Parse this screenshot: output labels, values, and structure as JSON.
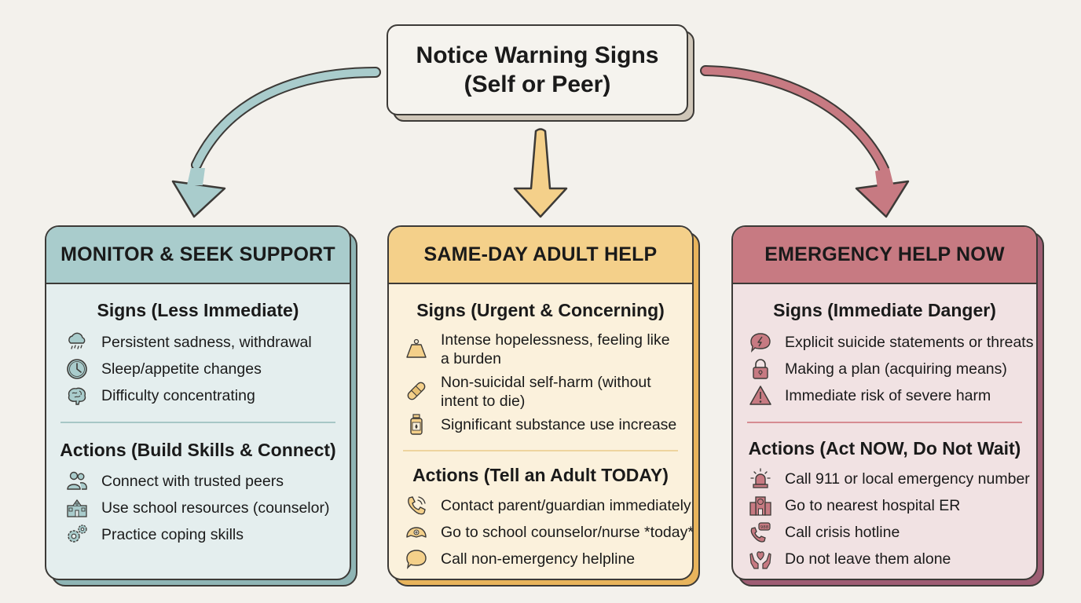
{
  "top": {
    "line1": "Notice Warning Signs",
    "line2": "(Self or Peer)"
  },
  "colors": {
    "background": "#f3f1ec",
    "monitor_header": "#a9cccc",
    "monitor_body": "#e4eeee",
    "sameday_header": "#f4d08a",
    "sameday_body": "#fbf1dc",
    "emergency_header": "#c77a82",
    "emergency_body": "#f1e2e3",
    "arrow_left": "#a9cccc",
    "arrow_center": "#f4d08a",
    "arrow_right": "#c77a82"
  },
  "cards": [
    {
      "title": "MONITOR & SEEK SUPPORT",
      "signs_title": "Signs (Less Immediate)",
      "signs": [
        {
          "icon": "rain-cloud-icon",
          "text": "Persistent sadness, withdrawal"
        },
        {
          "icon": "clock-icon",
          "text": "Sleep/appetite changes"
        },
        {
          "icon": "brain-icon",
          "text": "Difficulty concentrating"
        }
      ],
      "actions_title": "Actions (Build Skills & Connect)",
      "actions": [
        {
          "icon": "people-icon",
          "text": "Connect with trusted peers"
        },
        {
          "icon": "school-icon",
          "text": "Use school resources (counselor)"
        },
        {
          "icon": "gears-icon",
          "text": "Practice coping skills"
        }
      ]
    },
    {
      "title": "SAME-DAY ADULT HELP",
      "signs_title": "Signs (Urgent & Concerning)",
      "signs": [
        {
          "icon": "weight-icon",
          "text": "Intense hopelessness, feeling like",
          "text2": "a burden"
        },
        {
          "icon": "bandage-icon",
          "text": "Non-suicidal self-harm (without",
          "text2": "intent to die)"
        },
        {
          "icon": "bottle-icon",
          "text": "Significant substance use increase"
        }
      ],
      "actions_title": "Actions (Tell an Adult TODAY)",
      "actions": [
        {
          "icon": "phone-icon",
          "text": "Contact parent/guardian immediately"
        },
        {
          "icon": "nurse-cap-icon",
          "text": "Go to school counselor/nurse *today*"
        },
        {
          "icon": "speech-bubble-icon",
          "text": "Call non-emergency helpline"
        }
      ]
    },
    {
      "title": "EMERGENCY HELP NOW",
      "signs_title": "Signs (Immediate Danger)",
      "signs": [
        {
          "icon": "alert-speech-icon",
          "text": "Explicit suicide statements or threats"
        },
        {
          "icon": "lock-icon",
          "text": "Making a plan (acquiring means)"
        },
        {
          "icon": "warning-triangle-icon",
          "text": "Immediate risk of severe harm"
        }
      ],
      "actions_title": "Actions (Act NOW, Do Not Wait)",
      "actions": [
        {
          "icon": "siren-icon",
          "text": "Call 911 or local emergency number"
        },
        {
          "icon": "hospital-icon",
          "text": "Go to nearest hospital ER"
        },
        {
          "icon": "hotline-phone-icon",
          "text": "Call crisis hotline"
        },
        {
          "icon": "caring-hands-icon",
          "text": "Do not leave them alone"
        }
      ]
    }
  ]
}
